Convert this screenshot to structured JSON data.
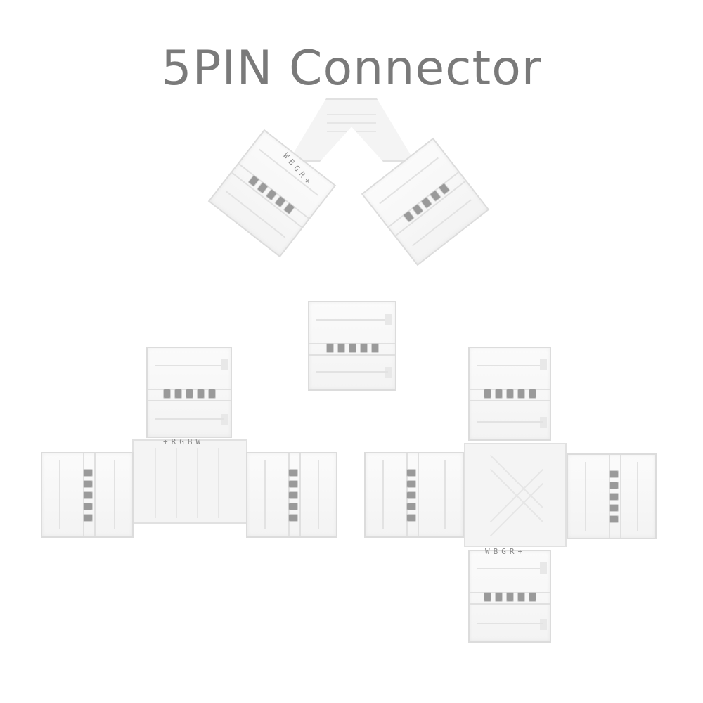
{
  "title": "5PIN Connector",
  "colors": {
    "title": "#7a7a7a",
    "plastic": "#f6f6f6",
    "pin": "#9a9a9a"
  },
  "connectors": [
    {
      "kind": "L-shape",
      "pin_label": "WBGR+"
    },
    {
      "kind": "straight"
    },
    {
      "kind": "T-shape",
      "pin_label": "+RGBW"
    },
    {
      "kind": "X-shape",
      "pin_label": "WBGR+"
    }
  ]
}
